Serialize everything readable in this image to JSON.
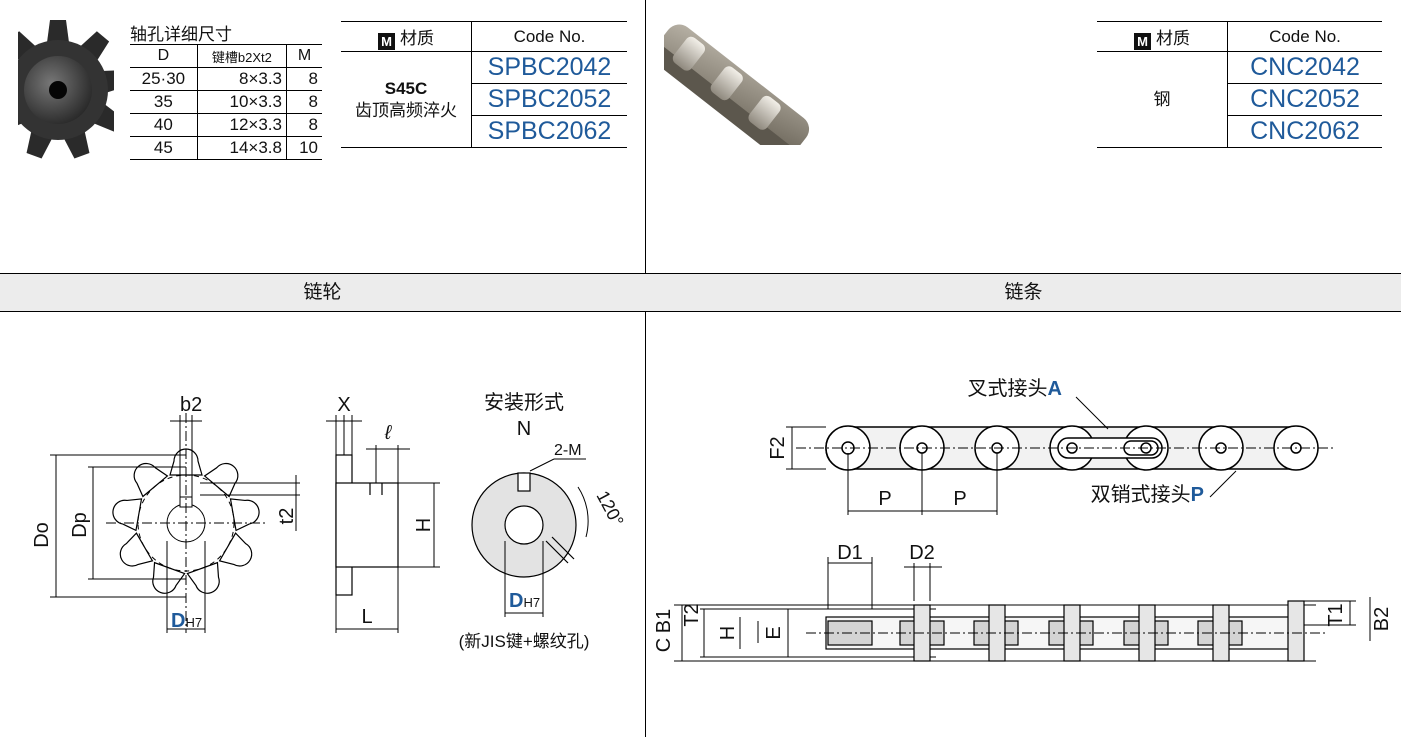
{
  "spec_table": {
    "title": "轴孔详细尺寸",
    "headers": [
      "D",
      "键槽b2Xt2",
      "M"
    ],
    "rows": [
      [
        "25·30",
        "8×3.3",
        "8"
      ],
      [
        "35",
        "10×3.3",
        "8"
      ],
      [
        "40",
        "12×3.3",
        "8"
      ],
      [
        "45",
        "14×3.8",
        "10"
      ]
    ]
  },
  "sprocket_code_table": {
    "badge": "M",
    "material_header": "材质",
    "code_header": "Code No.",
    "material_line1": "S45C",
    "material_line2": "齿顶高频淬火",
    "codes": [
      "SPBC2042",
      "SPBC2052",
      "SPBC2062"
    ]
  },
  "chain_code_table": {
    "badge": "M",
    "material_header": "材质",
    "code_header": "Code No.",
    "material": "钢",
    "codes": [
      "CNC2042",
      "CNC2052",
      "CNC2062"
    ]
  },
  "sections": {
    "left": "链轮",
    "right": "链条"
  },
  "sprocket_drawing": {
    "b2": "b2",
    "Do": "Do",
    "Dp": "Dp",
    "t2": "t2",
    "dh7_main": "D",
    "dh7_sub": "H7",
    "X": "X",
    "l": "ℓ",
    "H": "H",
    "L": "L",
    "install_title": "安装形式",
    "install_type": "N",
    "m_label": "2-M",
    "angle": "120°",
    "install_note": "(新JIS键+螺纹孔)"
  },
  "chain_drawing": {
    "joint_a_text": "叉式接头",
    "joint_a_letter": "A",
    "joint_p_text": "双销式接头",
    "joint_p_letter": "P",
    "F2": "F2",
    "P": "P",
    "D1": "D1",
    "D2": "D2",
    "B1": "B1",
    "T2": "T2",
    "C": "C",
    "H": "H",
    "E": "E",
    "T1": "T1",
    "B2": "B2"
  },
  "colors": {
    "accent": "#1f5a9a",
    "band": "#ececec"
  }
}
